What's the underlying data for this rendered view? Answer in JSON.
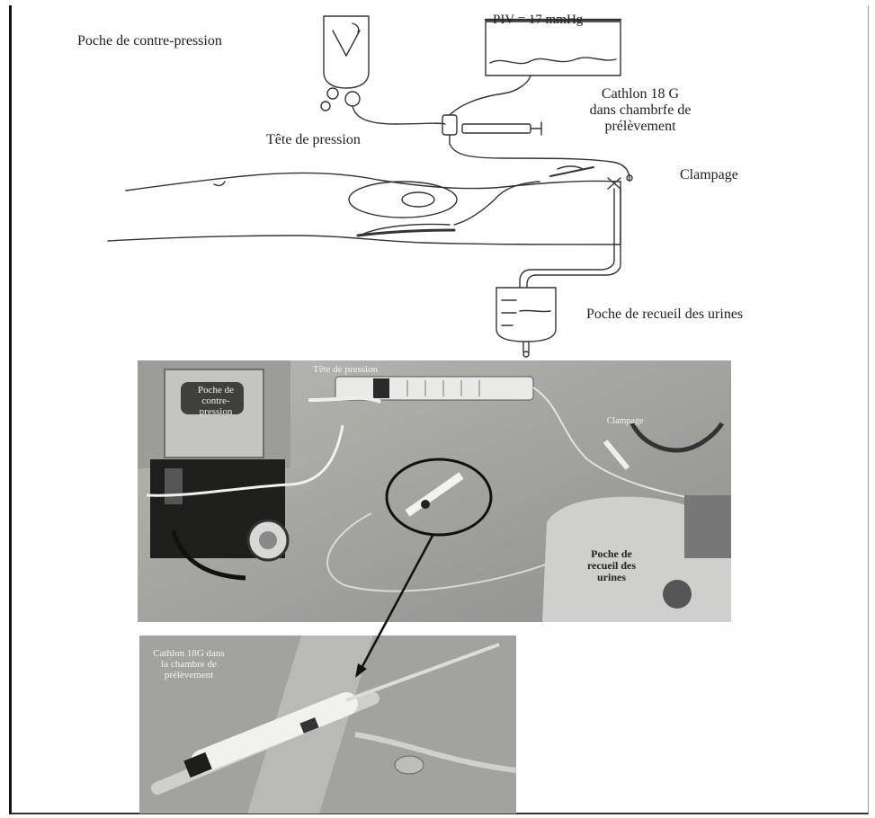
{
  "diagram": {
    "piv_readout": "PIV = 17 mmHg",
    "labels": {
      "counter_pressure_bag": "Poche de contre-pression",
      "pressure_head": "Tête de pression",
      "catheter": "Cathlon 18 G\ndans chambrfe de\nprélèvement",
      "clamping": "Clampage",
      "urine_bag": "Poche de recueil des urines"
    }
  },
  "photo_top": {
    "labels": {
      "counter_pressure_bag": "Poche de\ncontre-\npression",
      "pressure_head": "Tête de pression",
      "clamping": "Clampage",
      "urine_bag": "Poche de\nrecueil des\nurines"
    }
  },
  "photo_bottom": {
    "labels": {
      "catheter": "Cathlon 18G dans\nla chambre de\nprélèvement"
    }
  }
}
